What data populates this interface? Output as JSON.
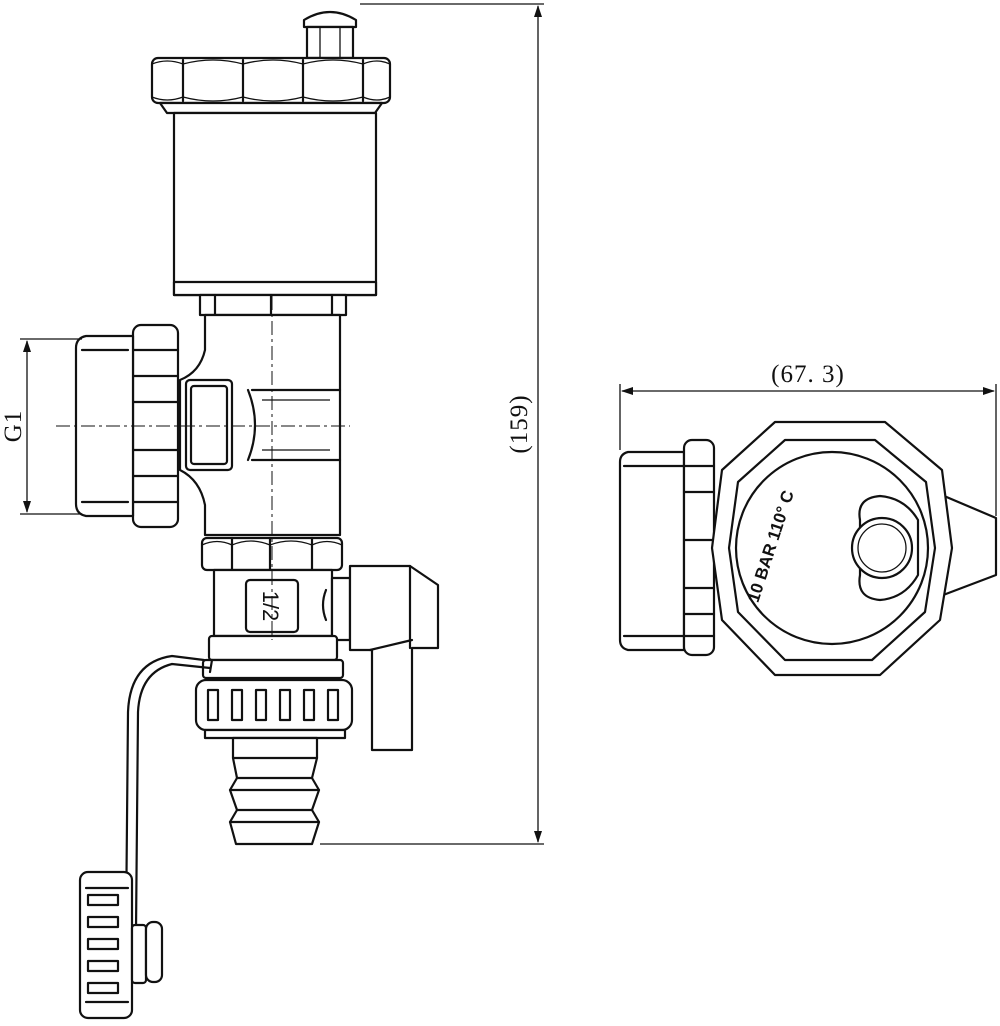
{
  "dimensions": {
    "thread_size": "G1",
    "overall_height": "(159)",
    "overall_width": "(67. 3)"
  },
  "markings": {
    "valve_size": "1/2",
    "rating": "10 BAR 110° C"
  }
}
